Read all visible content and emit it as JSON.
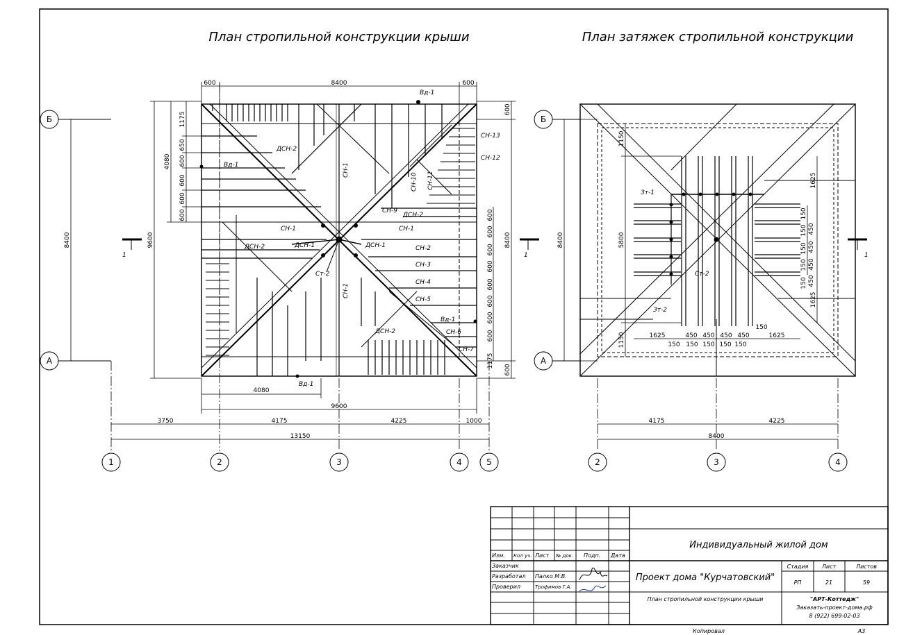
{
  "titles": {
    "left": "План стропильной конструкции крыши",
    "right": "План затяжек стропильной конструкции"
  },
  "axes": {
    "rows": [
      "Б",
      "А"
    ],
    "cols_left": [
      "1",
      "2",
      "3",
      "4",
      "5"
    ],
    "cols_right": [
      "2",
      "3",
      "4"
    ]
  },
  "section_mark": "1",
  "left_plan": {
    "top_dims": [
      "600",
      "8400",
      "600"
    ],
    "outer_v": "8400",
    "inner_v": "9600",
    "side_v": "4080",
    "side_steps": [
      "1175",
      "650",
      "600",
      "600",
      "600",
      "600"
    ],
    "right_steps": [
      "600",
      "600",
      "600",
      "600",
      "600",
      "600",
      "600",
      "600"
    ],
    "right_v": "8400",
    "right_ends": [
      "600",
      "1175",
      "600"
    ],
    "bottom_inner": "4080",
    "bottom_9600": "9600",
    "axis_dims": [
      "3750",
      "4175",
      "4225",
      "1000"
    ],
    "axis_total": "13150",
    "labels": {
      "vd1_top": "Вд-1",
      "vd1_left": "Вд-1",
      "vd1_right": "Вд-1",
      "vd1_bottom": "Вд-1",
      "dsn2_a": "ДСН-2",
      "dsn2_b": "ДСН-2",
      "dsn2_c": "ДСН-2",
      "dsn2_d": "ДСН-2",
      "dsn1_a": "ДСН-1",
      "dsn1_b": "ДСН-1",
      "sn1_a": "СН-1",
      "sn1_b": "СН-1",
      "sn1_c": "СН-1",
      "sn1_d": "СН-1",
      "sn2": "СН-2",
      "sn3": "СН-3",
      "sn4": "СН-4",
      "sn5": "СН-5",
      "sn6": "СН-6",
      "sn7": "СН-7",
      "sn9": "СН-9",
      "sn10": "СН-10",
      "sn11": "СН-11",
      "sn12": "СН-12",
      "sn13": "СН-13",
      "st2": "Ст-2"
    }
  },
  "right_plan": {
    "v_outer": "8400",
    "v_5800": "5800",
    "v_1150": "1150",
    "v_1625_top": "1625",
    "v_1625_bottom": "1625",
    "v_1150_bottom": "1150",
    "v_steps": [
      "150",
      "450",
      "150",
      "450",
      "150",
      "450",
      "150",
      "450",
      "150"
    ],
    "h_1625_left": "1625",
    "h_1625_right": "1625",
    "h_top": [
      "450",
      "450",
      "450",
      "450"
    ],
    "h_bottom": [
      "150",
      "150",
      "150",
      "150",
      "150"
    ],
    "h_150": "150",
    "axis_dims": [
      "4175",
      "4225"
    ],
    "axis_total": "8400",
    "labels": {
      "zt1": "Зт-1",
      "zt2": "Зт-2",
      "st2": "Ст-2"
    }
  },
  "title_block": {
    "head": [
      "Изм.",
      "Кол уч.",
      "Лист",
      "№ док.",
      "Подп.",
      "Дата"
    ],
    "rows": [
      {
        "role": "Заказчик",
        "name": ""
      },
      {
        "role": "Разработал",
        "name": "Палко М.В."
      },
      {
        "role": "Проверил",
        "name": "Трофимов Г.А."
      }
    ],
    "building": "Индивидуальный жилой дом",
    "project": "Проект дома \"Курчатовский\"",
    "sheet_title": "План стропильной конструкции крыши",
    "col_heads": [
      "Стадия",
      "Лист",
      "Листов"
    ],
    "values": [
      "РП",
      "21",
      "59"
    ],
    "org1": "\"АРТ-Коттедж\"",
    "org2": "Заказать-проект-дома.рф",
    "org3": "8 (922) 699-02-03"
  },
  "footer": {
    "copy": "Копировал",
    "format": "А3"
  }
}
